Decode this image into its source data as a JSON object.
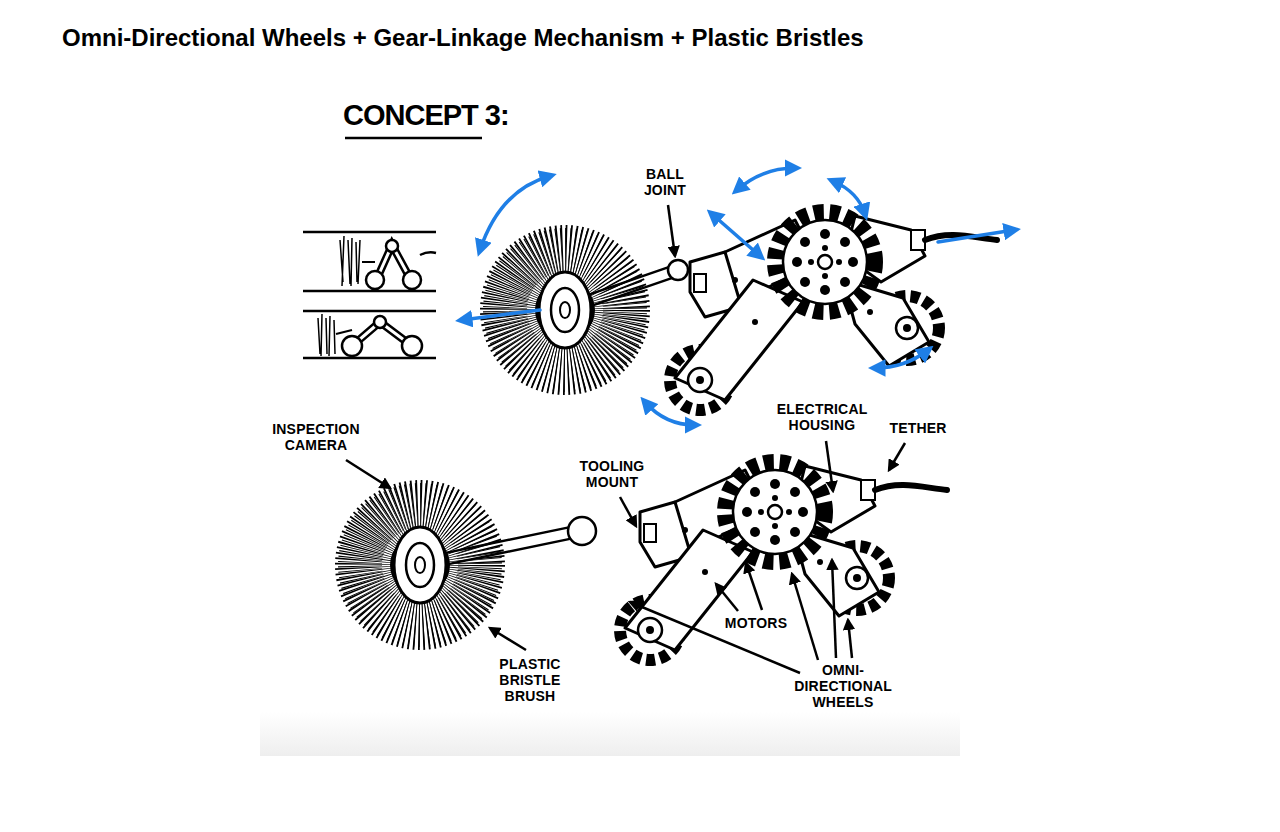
{
  "diagram": {
    "title": "Omni-Directional Wheels + Gear-Linkage Mechanism + Plastic Bristles",
    "labels": [
      "CONCEPT 3:",
      "BALL JOINT",
      "INSPECTION CAMERA",
      "TOOLING MOUNT",
      "ELECTRICAL HOUSING",
      "TETHER",
      "MOTORS",
      "OMNI-DIRECTIONAL WHEELS",
      "PLASTIC BRISTLE BRUSH"
    ]
  }
}
